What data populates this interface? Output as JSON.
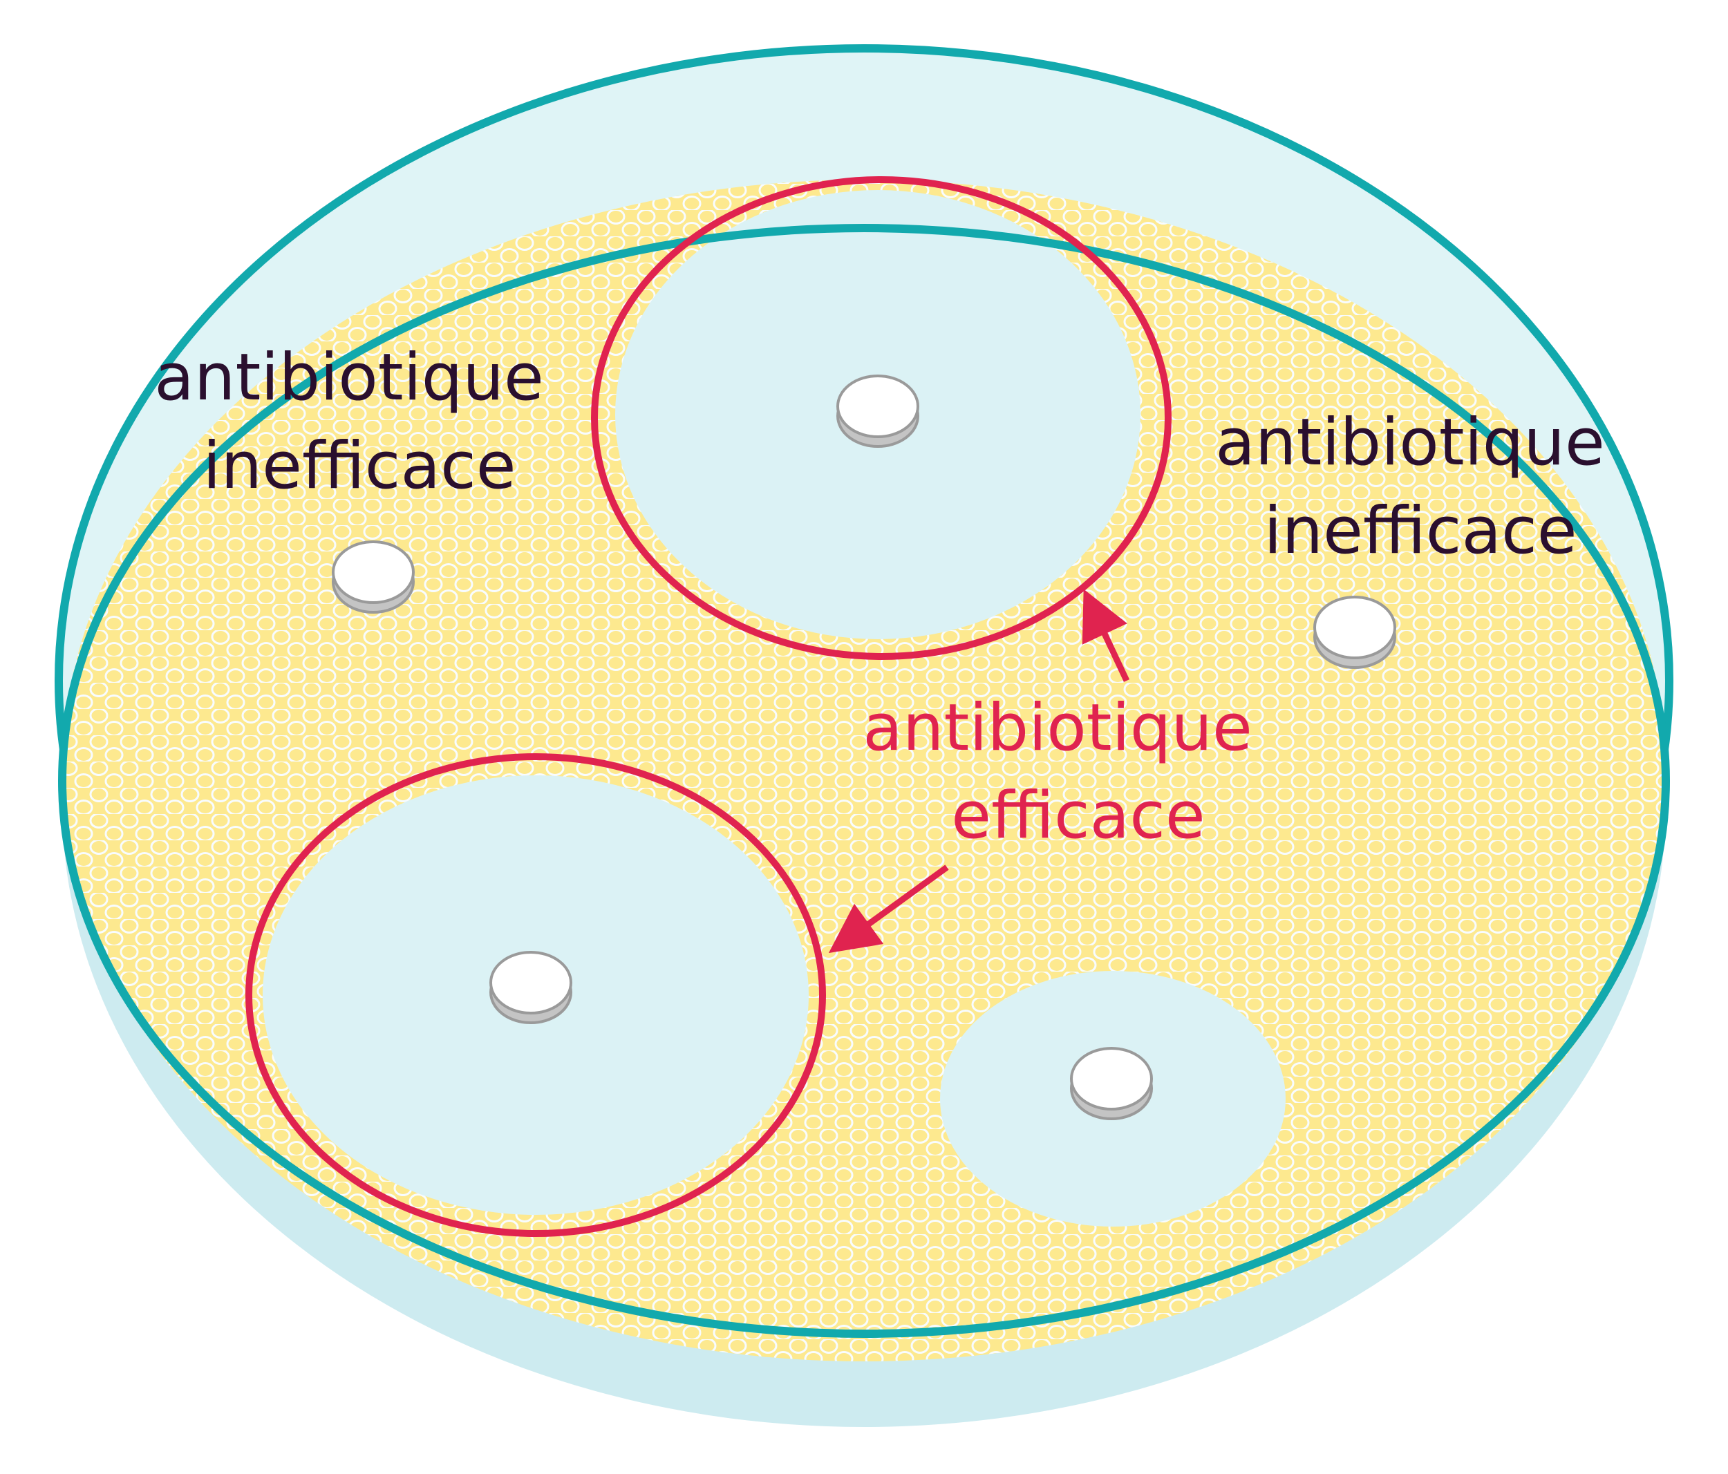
{
  "labels": {
    "ineffective_left": {
      "line1": "antibiotique",
      "line2": "inefficace"
    },
    "ineffective_right": {
      "line1": "antibiotique",
      "line2": "inefficace"
    },
    "effective": {
      "line1": "antibiotique",
      "line2": "efficace"
    }
  },
  "colors": {
    "dish_rim": "#12a9ad",
    "dish_fill": "#dff4f6",
    "bacteria_fill": "#fde98f",
    "bacteria_edge": "#f8fcff",
    "disc_face": "#ffffff",
    "disc_edge": "#9a9a9a",
    "highlight": "#e0234f",
    "text_dark": "#2a0f2e"
  },
  "icons": {
    "disc": "antibiotic-disc-icon",
    "arrow": "arrow-icon"
  }
}
